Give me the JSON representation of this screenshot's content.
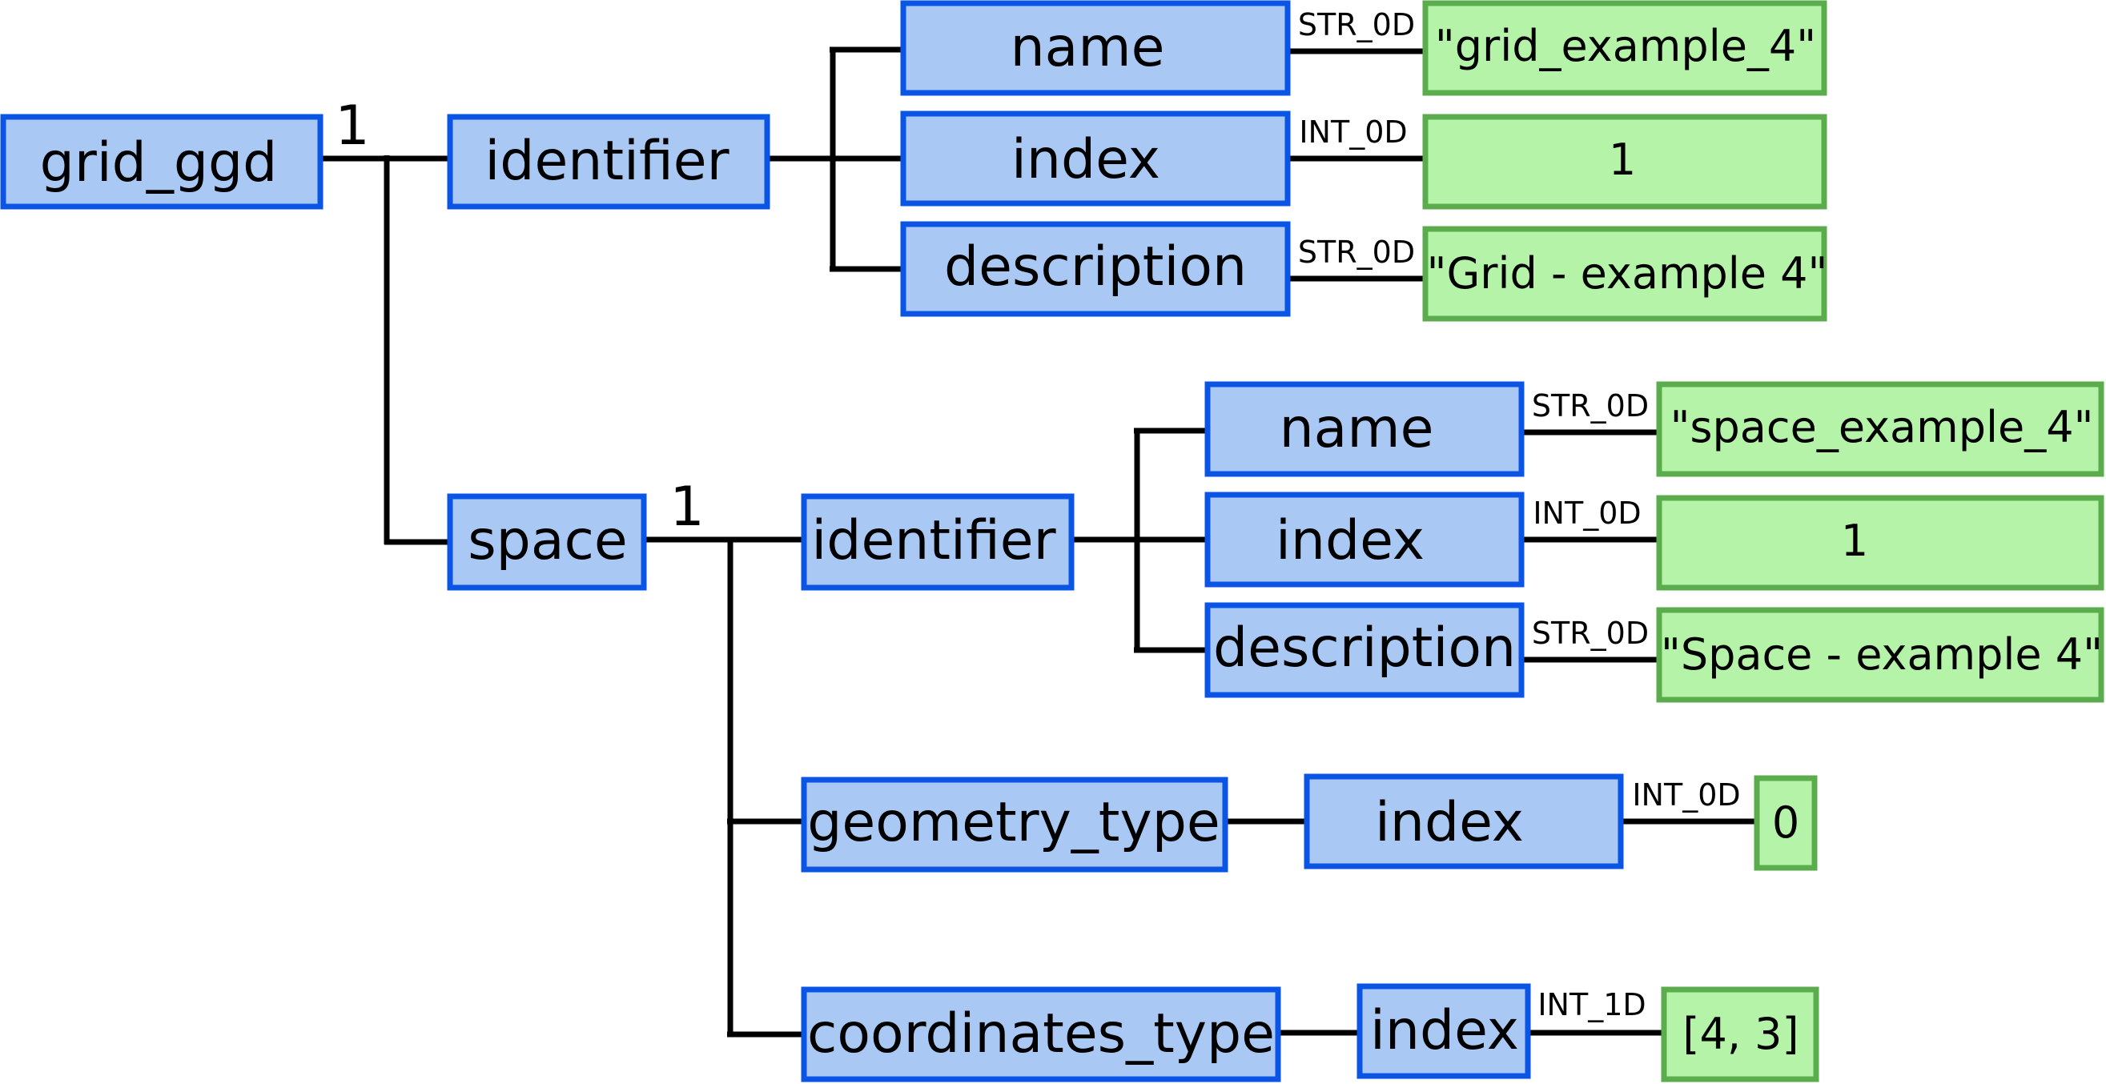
{
  "colors": {
    "node_fill": "#a9c8f4",
    "node_border": "#0a55e6",
    "value_fill": "#b5f3a8",
    "value_border": "#5aac4c",
    "line": "#000000"
  },
  "tree": {
    "root": {
      "label": "grid_ggd",
      "multiplicity": "1"
    },
    "identifier": {
      "label": "identifier",
      "fields": {
        "name": {
          "label": "name",
          "type": "STR_0D",
          "value": "\"grid_example_4\""
        },
        "index": {
          "label": "index",
          "type": "INT_0D",
          "value": "1"
        },
        "description": {
          "label": "description",
          "type": "STR_0D",
          "value": "\"Grid - example 4\""
        }
      }
    },
    "space": {
      "label": "space",
      "multiplicity": "1",
      "identifier": {
        "label": "identifier",
        "fields": {
          "name": {
            "label": "name",
            "type": "STR_0D",
            "value": "\"space_example_4\""
          },
          "index": {
            "label": "index",
            "type": "INT_0D",
            "value": "1"
          },
          "description": {
            "label": "description",
            "type": "STR_0D",
            "value": "\"Space - example 4\""
          }
        }
      },
      "geometry_type": {
        "label": "geometry_type",
        "index": {
          "label": "index",
          "type": "INT_0D",
          "value": "0"
        }
      },
      "coordinates_type": {
        "label": "coordinates_type",
        "index": {
          "label": "index",
          "type": "INT_1D",
          "value": "[4, 3]"
        }
      }
    }
  }
}
